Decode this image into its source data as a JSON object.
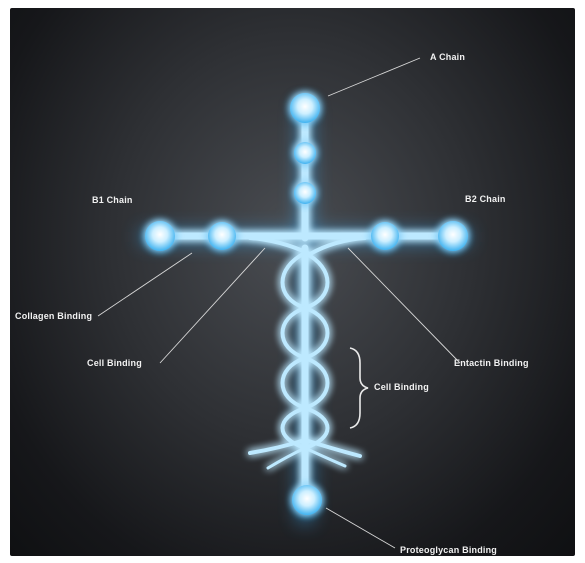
{
  "diagram": {
    "labels": {
      "a_chain": "A Chain",
      "b1_chain": "B1 Chain",
      "b2_chain": "B2 Chain",
      "collagen_binding": "Collagen Binding",
      "cell_binding_left": "Cell Binding",
      "entactin_binding": "Entactin Binding",
      "cell_binding_right": "Cell Binding",
      "proteoglycan_binding": "Proteoglycan Binding"
    },
    "colors": {
      "background": "#2e3034",
      "glow": "#5ec8ff",
      "core": "#e8f8ff",
      "label_text": "#f2f2f2"
    }
  }
}
